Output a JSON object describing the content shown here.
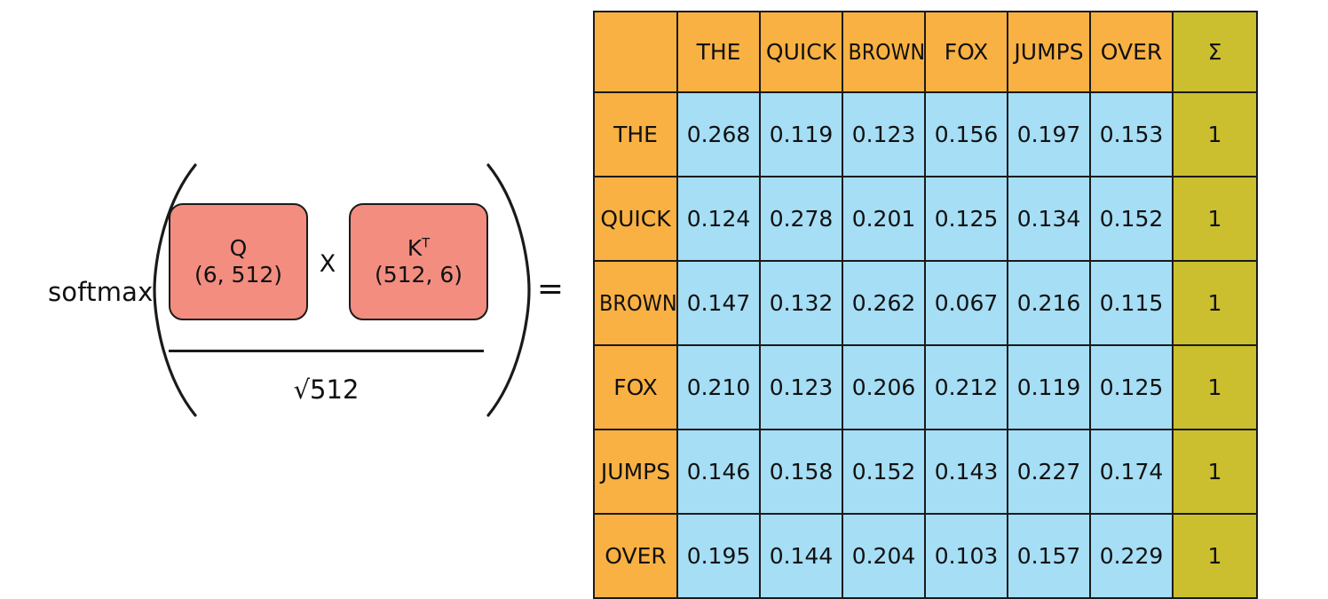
{
  "formula": {
    "softmax_label": "softmax",
    "open_paren": "(",
    "close_paren": ")",
    "numerator": {
      "left_matrix": {
        "name": "Q",
        "superscript": "",
        "shape": "(6, 512)"
      },
      "operator": "X",
      "right_matrix": {
        "name": "K",
        "superscript": "T",
        "shape": "(512, 6)"
      }
    },
    "denominator": "√512",
    "equals": "="
  },
  "colors": {
    "matrix_box": "#F28D80",
    "header_orange": "#F9B143",
    "value_blue": "#A5DEF5",
    "sum_olive": "#CBBF30",
    "stroke": "#1a1a1a",
    "background": "#FFFFFF"
  },
  "chart_data": {
    "type": "heatmap",
    "title": "",
    "xlabel": "",
    "ylabel": "",
    "corner_label": "",
    "sum_header": "Σ",
    "categories": [
      "THE",
      "QUICK",
      "BROWN",
      "FOX",
      "JUMPS",
      "OVER"
    ],
    "row_labels": [
      "THE",
      "QUICK",
      "BROWN",
      "FOX",
      "JUMPS",
      "OVER"
    ],
    "column_headers": [
      "",
      "THE",
      "QUICK",
      "BROWN",
      "FOX",
      "JUMPS",
      "OVER",
      "Σ"
    ],
    "rows": [
      {
        "label": "THE",
        "values": [
          "0.268",
          "0.119",
          "0.123",
          "0.156",
          "0.197",
          "0.153"
        ],
        "sum": "1"
      },
      {
        "label": "QUICK",
        "values": [
          "0.124",
          "0.278",
          "0.201",
          "0.125",
          "0.134",
          "0.152"
        ],
        "sum": "1"
      },
      {
        "label": "BROWN",
        "values": [
          "0.147",
          "0.132",
          "0.262",
          "0.067",
          "0.216",
          "0.115"
        ],
        "sum": "1"
      },
      {
        "label": "FOX",
        "values": [
          "0.210",
          "0.123",
          "0.206",
          "0.212",
          "0.119",
          "0.125"
        ],
        "sum": "1"
      },
      {
        "label": "JUMPS",
        "values": [
          "0.146",
          "0.158",
          "0.152",
          "0.143",
          "0.227",
          "0.174"
        ],
        "sum": "1"
      },
      {
        "label": "OVER",
        "values": [
          "0.195",
          "0.144",
          "0.204",
          "0.103",
          "0.157",
          "0.229"
        ],
        "sum": "1"
      }
    ],
    "values": [
      [
        0.268,
        0.119,
        0.123,
        0.156,
        0.197,
        0.153
      ],
      [
        0.124,
        0.278,
        0.201,
        0.125,
        0.134,
        0.152
      ],
      [
        0.147,
        0.132,
        0.262,
        0.067,
        0.216,
        0.115
      ],
      [
        0.21,
        0.123,
        0.206,
        0.212,
        0.119,
        0.125
      ],
      [
        0.146,
        0.158,
        0.152,
        0.143,
        0.227,
        0.174
      ],
      [
        0.195,
        0.144,
        0.204,
        0.103,
        0.157,
        0.229
      ]
    ],
    "row_sums": [
      1,
      1,
      1,
      1,
      1,
      1
    ],
    "legend": [],
    "grid": true
  }
}
